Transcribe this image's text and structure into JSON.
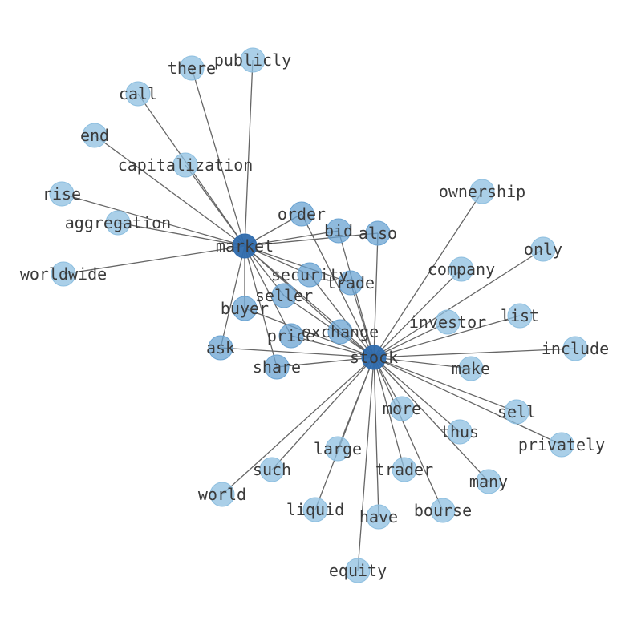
{
  "colors": {
    "node_light": "#8dbfe0",
    "node_medium": "#6aa3d2",
    "node_hub": "#2f6bad",
    "edge": "#666666"
  },
  "nodes": [
    {
      "id": "market",
      "label": "market",
      "level": "hub"
    },
    {
      "id": "stock",
      "label": "stock",
      "level": "hub"
    },
    {
      "id": "publicly",
      "label": "publicly"
    },
    {
      "id": "there",
      "label": "there"
    },
    {
      "id": "call",
      "label": "call"
    },
    {
      "id": "end",
      "label": "end"
    },
    {
      "id": "capitalization",
      "label": "capitalization"
    },
    {
      "id": "rise",
      "label": "rise"
    },
    {
      "id": "aggregation",
      "label": "aggregation"
    },
    {
      "id": "worldwide",
      "label": "worldwide"
    },
    {
      "id": "order",
      "label": "order",
      "level": "medium"
    },
    {
      "id": "bid",
      "label": "bid",
      "level": "medium"
    },
    {
      "id": "also",
      "label": "also",
      "level": "medium"
    },
    {
      "id": "security",
      "label": "security",
      "level": "medium"
    },
    {
      "id": "trade",
      "label": "trade",
      "level": "medium"
    },
    {
      "id": "seller",
      "label": "seller",
      "level": "medium"
    },
    {
      "id": "buyer",
      "label": "buyer",
      "level": "medium"
    },
    {
      "id": "exchange",
      "label": "exchange",
      "level": "medium"
    },
    {
      "id": "price",
      "label": "price",
      "level": "medium"
    },
    {
      "id": "ask",
      "label": "ask",
      "level": "medium"
    },
    {
      "id": "share",
      "label": "share",
      "level": "medium"
    },
    {
      "id": "ownership",
      "label": "ownership"
    },
    {
      "id": "only",
      "label": "only"
    },
    {
      "id": "company",
      "label": "company"
    },
    {
      "id": "list",
      "label": "list"
    },
    {
      "id": "investor",
      "label": "investor"
    },
    {
      "id": "include",
      "label": "include"
    },
    {
      "id": "make",
      "label": "make"
    },
    {
      "id": "sell",
      "label": "sell"
    },
    {
      "id": "more",
      "label": "more"
    },
    {
      "id": "thus",
      "label": "thus"
    },
    {
      "id": "privately",
      "label": "privately"
    },
    {
      "id": "large",
      "label": "large"
    },
    {
      "id": "such",
      "label": "such"
    },
    {
      "id": "trader",
      "label": "trader"
    },
    {
      "id": "many",
      "label": "many"
    },
    {
      "id": "world",
      "label": "world"
    },
    {
      "id": "liquid",
      "label": "liquid"
    },
    {
      "id": "have",
      "label": "have"
    },
    {
      "id": "bourse",
      "label": "bourse"
    },
    {
      "id": "equity",
      "label": "equity"
    }
  ],
  "edges": [
    [
      "market",
      "publicly"
    ],
    [
      "market",
      "there"
    ],
    [
      "market",
      "call"
    ],
    [
      "market",
      "end"
    ],
    [
      "market",
      "capitalization"
    ],
    [
      "market",
      "rise"
    ],
    [
      "market",
      "aggregation"
    ],
    [
      "market",
      "worldwide"
    ],
    [
      "market",
      "order"
    ],
    [
      "market",
      "bid"
    ],
    [
      "market",
      "also"
    ],
    [
      "market",
      "security"
    ],
    [
      "market",
      "trade"
    ],
    [
      "market",
      "seller"
    ],
    [
      "market",
      "buyer"
    ],
    [
      "market",
      "exchange"
    ],
    [
      "market",
      "price"
    ],
    [
      "market",
      "ask"
    ],
    [
      "market",
      "share"
    ],
    [
      "market",
      "stock"
    ],
    [
      "stock",
      "order"
    ],
    [
      "stock",
      "bid"
    ],
    [
      "stock",
      "also"
    ],
    [
      "stock",
      "security"
    ],
    [
      "stock",
      "trade"
    ],
    [
      "stock",
      "seller"
    ],
    [
      "stock",
      "buyer"
    ],
    [
      "stock",
      "exchange"
    ],
    [
      "stock",
      "price"
    ],
    [
      "stock",
      "ask"
    ],
    [
      "stock",
      "share"
    ],
    [
      "stock",
      "ownership"
    ],
    [
      "stock",
      "only"
    ],
    [
      "stock",
      "company"
    ],
    [
      "stock",
      "list"
    ],
    [
      "stock",
      "investor"
    ],
    [
      "stock",
      "include"
    ],
    [
      "stock",
      "make"
    ],
    [
      "stock",
      "sell"
    ],
    [
      "stock",
      "more"
    ],
    [
      "stock",
      "thus"
    ],
    [
      "stock",
      "privately"
    ],
    [
      "stock",
      "large"
    ],
    [
      "stock",
      "such"
    ],
    [
      "stock",
      "trader"
    ],
    [
      "stock",
      "many"
    ],
    [
      "stock",
      "world"
    ],
    [
      "stock",
      "liquid"
    ],
    [
      "stock",
      "have"
    ],
    [
      "stock",
      "bourse"
    ],
    [
      "stock",
      "equity"
    ]
  ]
}
